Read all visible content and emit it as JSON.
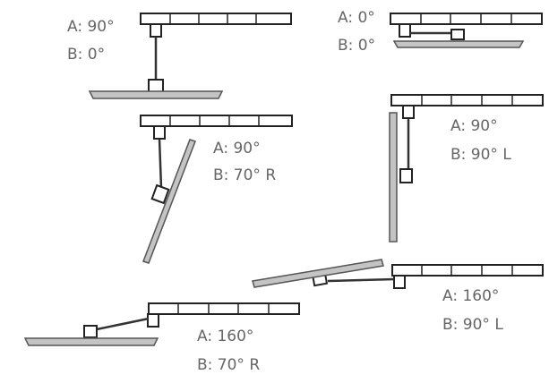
{
  "configurations": [
    {
      "id": "top-left",
      "a_label": "A: 90°",
      "b_label": "B: 0°"
    },
    {
      "id": "top-right",
      "a_label": "A: 0°",
      "b_label": "B: 0°"
    },
    {
      "id": "mid-left",
      "a_label": "A: 90°",
      "b_label": "B: 70° R"
    },
    {
      "id": "mid-right",
      "a_label": "A: 90°",
      "b_label": "B: 90° L"
    },
    {
      "id": "bottom-right",
      "a_label": "A: 160°",
      "b_label": "B: 90° L"
    },
    {
      "id": "bottom-left",
      "a_label": "A: 160°",
      "b_label": "B: 70° R"
    }
  ]
}
